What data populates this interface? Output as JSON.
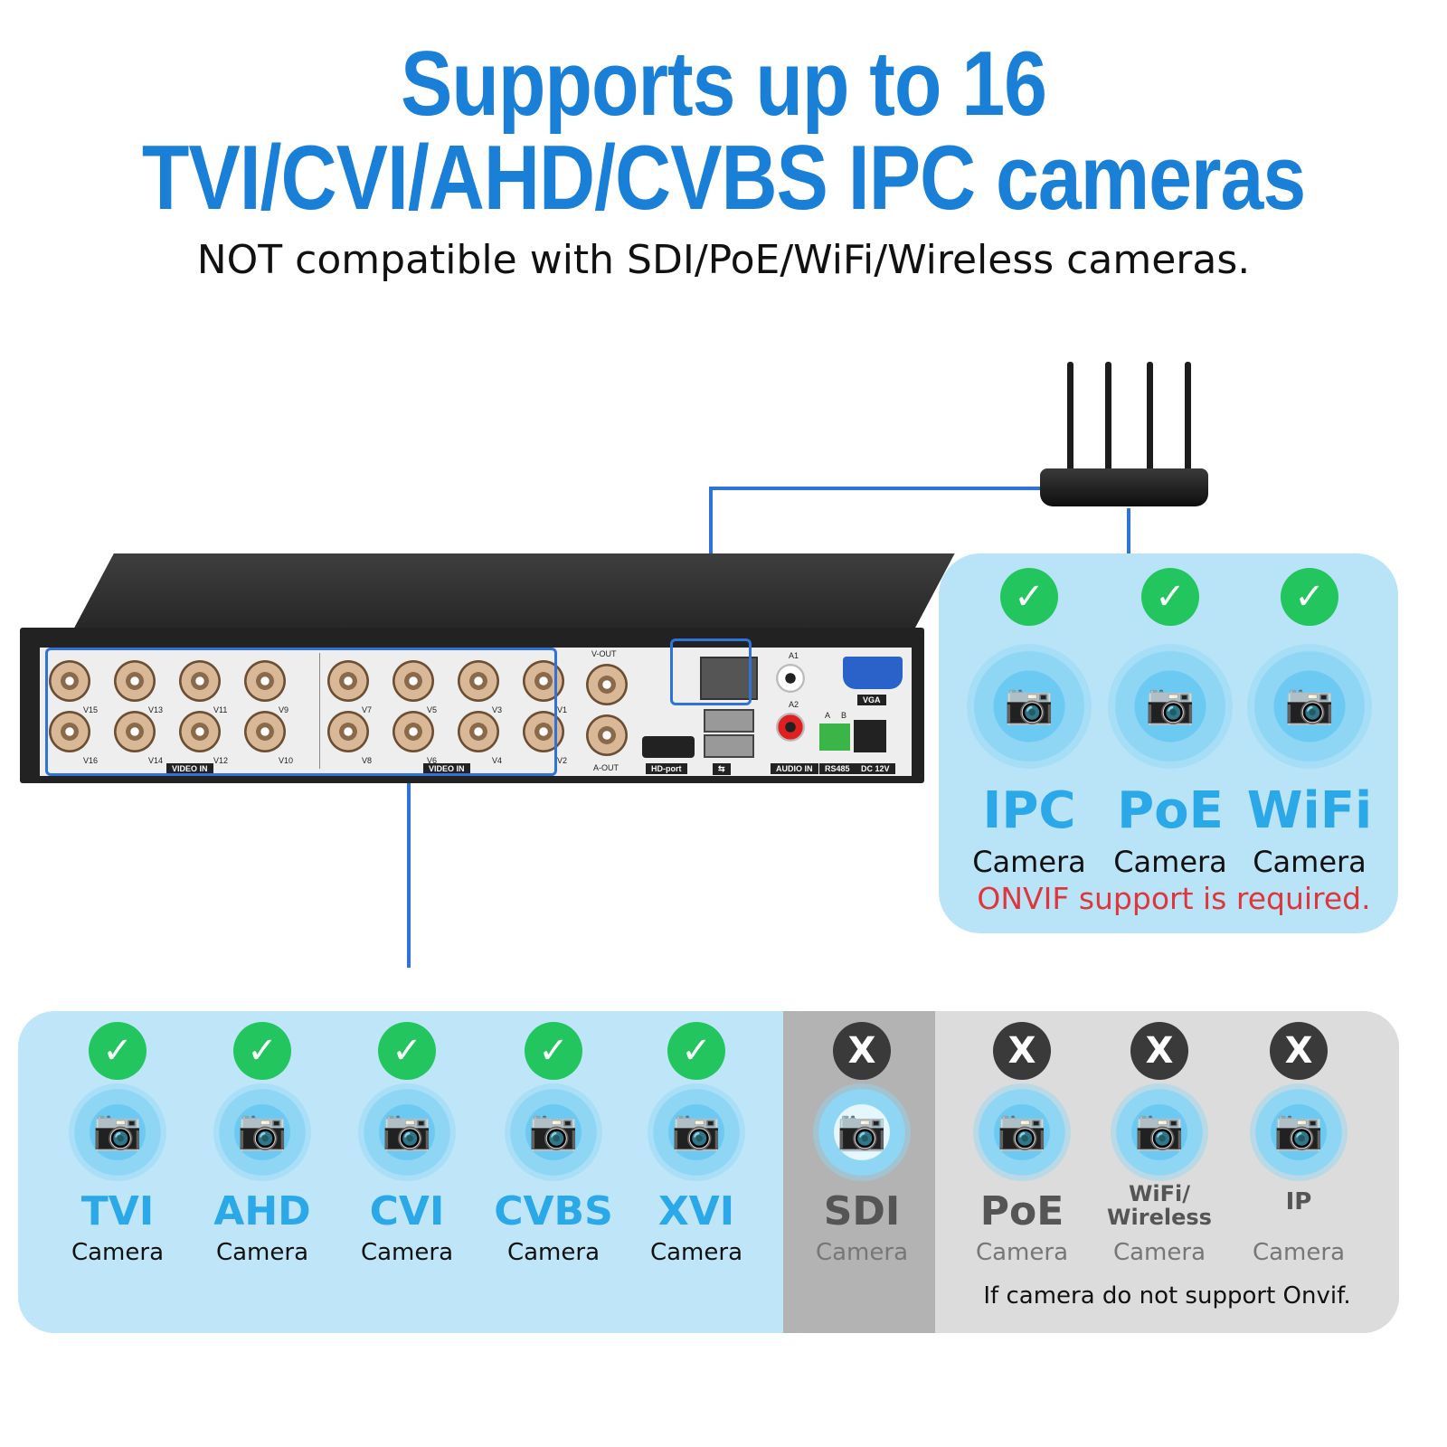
{
  "header": {
    "title_line1": "Supports up to 16",
    "title_line2": "TVI/CVI/AHD/CVBS IPC cameras",
    "subtitle": "NOT compatible with SDI/PoE/WiFi/Wireless cameras."
  },
  "dvr": {
    "video_in_label": "VIDEO IN",
    "ports_top": [
      "V15",
      "V13",
      "V11",
      "V9",
      "V7",
      "V5",
      "V3",
      "V1"
    ],
    "ports_bottom": [
      "V16",
      "V14",
      "V12",
      "V10",
      "V8",
      "V6",
      "V4",
      "V2"
    ],
    "v_out": "V-OUT",
    "a_out": "A-OUT",
    "hd_port": "HD-port",
    "vga": "VGA",
    "a1": "A1",
    "a2": "A2",
    "audio_in": "AUDIO IN",
    "rs485": "RS485",
    "dc": "DC 12V",
    "a": "A",
    "b": "B"
  },
  "ip_cameras": {
    "items": [
      {
        "name": "IPC",
        "sub": "Camera",
        "status": "check",
        "icon": "ptz-dome-camera-icon"
      },
      {
        "name": "PoE",
        "sub": "Camera",
        "status": "check",
        "icon": "bullet-camera-icon"
      },
      {
        "name": "WiFi",
        "sub": "Camera",
        "status": "check",
        "icon": "wifi-camera-icon"
      }
    ],
    "note": "ONVIF support is required."
  },
  "analog_cameras": {
    "items": [
      {
        "name": "TVI",
        "sub": "Camera",
        "status": "check"
      },
      {
        "name": "AHD",
        "sub": "Camera",
        "status": "check"
      },
      {
        "name": "CVI",
        "sub": "Camera",
        "status": "check"
      },
      {
        "name": "CVBS",
        "sub": "Camera",
        "status": "check"
      },
      {
        "name": "XVI",
        "sub": "Camera",
        "status": "check"
      }
    ]
  },
  "sdi_camera": {
    "name": "SDI",
    "sub": "Camera",
    "status": "x"
  },
  "non_onvif_cameras": {
    "items": [
      {
        "name": "PoE",
        "sub": "Camera",
        "status": "x"
      },
      {
        "name_line1": "WiFi/",
        "name_line2": "Wireless",
        "sub": "Camera",
        "status": "x"
      },
      {
        "name": "IP",
        "sub": "Camera",
        "status": "x"
      }
    ],
    "note": "If camera do not support Onvif."
  },
  "symbols": {
    "check": "✓",
    "x": "X"
  },
  "colors": {
    "brand_blue": "#1a7fd6",
    "panel_blue": "#b9e4f8",
    "check_green": "#22c55e",
    "warn_red": "#e0353a",
    "line_blue": "#2f73d9"
  }
}
